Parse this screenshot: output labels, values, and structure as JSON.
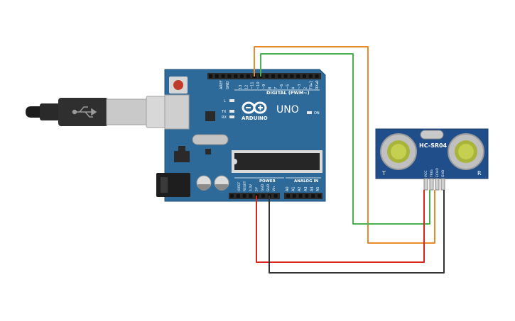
{
  "board": {
    "header_left": "AREF",
    "header_gnd": "GND",
    "digital_pins": [
      "13",
      "12",
      "~11",
      "~10",
      "~9",
      "8",
      "7",
      "~6",
      "~5",
      "4",
      "~3",
      "2",
      "TX▸1",
      "RX◂0"
    ],
    "digital_label": "DIGITAL (PWM~)",
    "led_l": "L",
    "led_tx": "TX",
    "led_rx": "RX",
    "brand": "ARDUINO",
    "model": "UNO",
    "on_label": "ON",
    "power_pins": [
      "IOREF",
      "RESET",
      "3.3V",
      "5V",
      "GND",
      "GND",
      "Vin"
    ],
    "power_label": "POWER",
    "analog_pins": [
      "A0",
      "A1",
      "A2",
      "A3",
      "A4",
      "A5"
    ],
    "analog_label": "ANALOG IN"
  },
  "sensor": {
    "name": "HC-SR04",
    "pins": [
      "VCC",
      "TRIG",
      "ECHO",
      "GND"
    ],
    "left_mark": "T",
    "right_mark": "R"
  },
  "wires": {
    "orange": "#e8892a",
    "green": "#4caf50",
    "red": "#d9261c",
    "black": "#333333"
  },
  "colors": {
    "board": "#2d6a9a",
    "sensor": "#1f4e8a",
    "header": "#2b2b2b"
  }
}
